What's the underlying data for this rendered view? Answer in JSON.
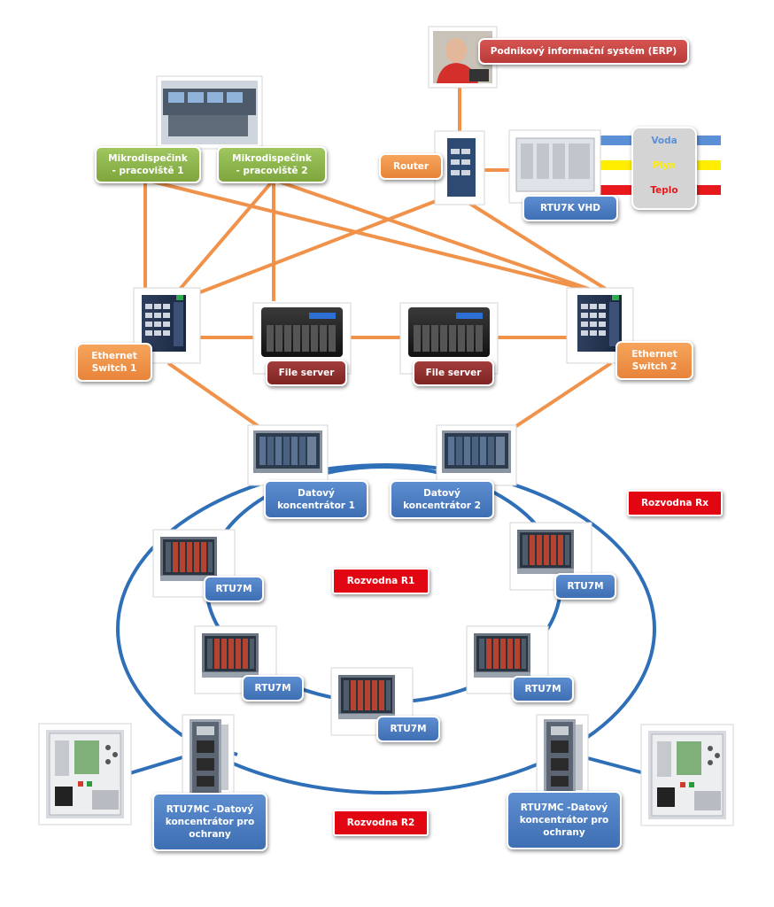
{
  "labels": {
    "erp": "Podnikový informační systém (ERP)",
    "mikro1": "Mikrodispečink\n- pracoviště 1",
    "mikro2": "Mikrodispečink\n- pracoviště 2",
    "router": "Router",
    "rtu7k": "RTU7K VHD",
    "switch1": "Ethernet\nSwitch 1",
    "switch2": "Ethernet\nSwitch 2",
    "fileserver1": "File server",
    "fileserver2": "File server",
    "dk1": "Datový\nkoncentrátor 1",
    "dk2": "Datový\nkoncentrátor 2",
    "rozvodna_rx": "Rozvodna Rx",
    "rozvodna_r1": "Rozvodna R1",
    "rozvodna_r2": "Rozvodna R2",
    "rtu7m": "RTU7M",
    "rtu7mc_left": "RTU7MC -Datový\nkoncentrátor pro\nochrany",
    "rtu7mc_right": "RTU7MC -Datový\nkoncentrátor pro\nochrany"
  },
  "utilities": {
    "voda": "Voda",
    "plyn": "Plyn",
    "teplo": "Teplo"
  },
  "colors": {
    "network_link": "#f0924a",
    "ring_link": "#2f6fb8",
    "voda": "#5b8fd6",
    "plyn": "#ffee00",
    "teplo": "#e8191c",
    "green_label": "#8cb44b",
    "orange_label": "#f08c44",
    "red_label": "#c4504d",
    "blue_label": "#4a7cc0",
    "bright_red_label": "#e10612"
  }
}
